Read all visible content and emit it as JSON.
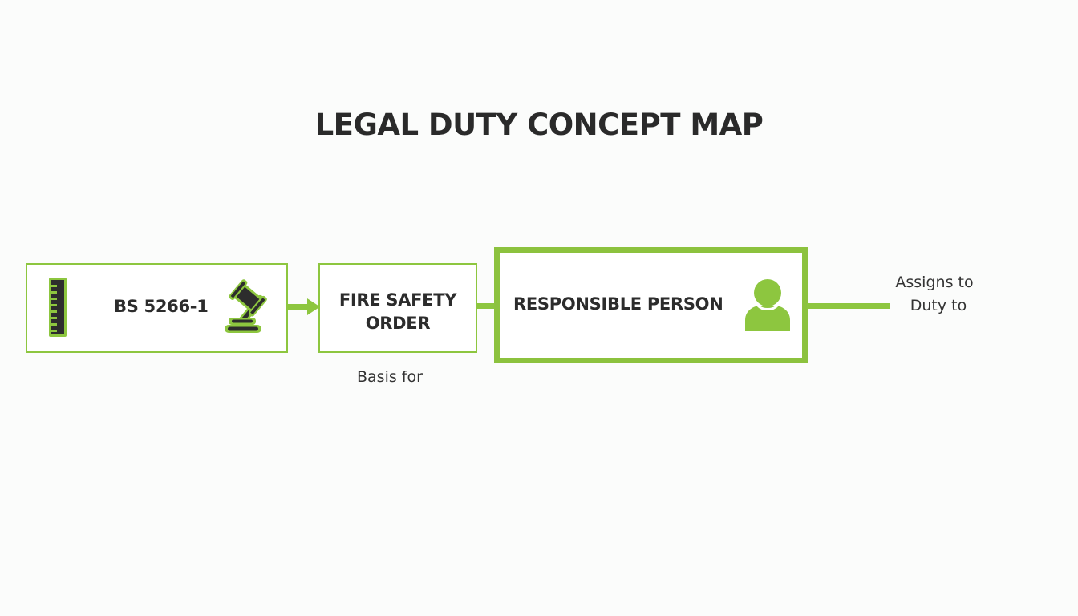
{
  "diagram": {
    "title": "LEGAL DUTY CONCEPT MAP",
    "colors": {
      "accent": "#8dc63f",
      "text": "#2b2b2b",
      "icon_dark": "#2d2d2d",
      "background": "#fbfcfb"
    },
    "nodes": [
      {
        "id": "bs5266",
        "label": "BS 5266-1",
        "icons": [
          "ruler-icon",
          "gavel-icon"
        ],
        "border": "thin"
      },
      {
        "id": "fso",
        "label_line1": "FIRE SAFETY",
        "label_line2": "ORDER",
        "border": "thin"
      },
      {
        "id": "rp",
        "label": "RESPONSIBLE PERSON",
        "icons": [
          "person-icon"
        ],
        "border": "thick"
      }
    ],
    "edges": [
      {
        "from": "bs5266",
        "to": "fso",
        "type": "arrow"
      },
      {
        "from": "fso",
        "to": "rp",
        "type": "line",
        "label": "Basis for"
      },
      {
        "from": "rp",
        "to": "",
        "type": "line",
        "label_line1": "Assigns to",
        "label_line2": "Duty to"
      }
    ]
  }
}
